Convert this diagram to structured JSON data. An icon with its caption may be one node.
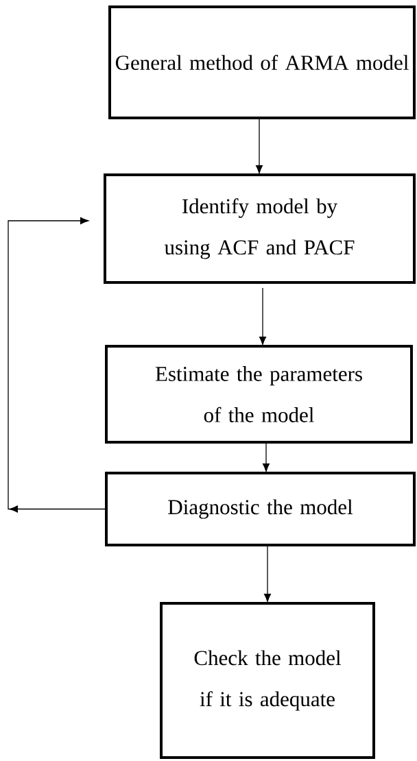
{
  "diagram": {
    "nodes": [
      {
        "text": [
          "General method of ARMA model"
        ]
      },
      {
        "text": [
          "Identify model by using ACF and PACF"
        ]
      },
      {
        "text": [
          "Estimate the parameters of the model"
        ]
      },
      {
        "text": [
          "Diagnostic the model"
        ]
      },
      {
        "text": [
          "Check the model if it is adequate"
        ]
      }
    ],
    "edges": [
      {
        "from": 0,
        "to": 1,
        "arrow": "to"
      },
      {
        "from": 1,
        "to": 2,
        "arrow": "to"
      },
      {
        "from": 2,
        "to": 3,
        "arrow": "to"
      },
      {
        "from": 3,
        "to": 4,
        "arrow": "to"
      },
      {
        "from": 3,
        "to": 1,
        "arrow": "to"
      }
    ]
  }
}
